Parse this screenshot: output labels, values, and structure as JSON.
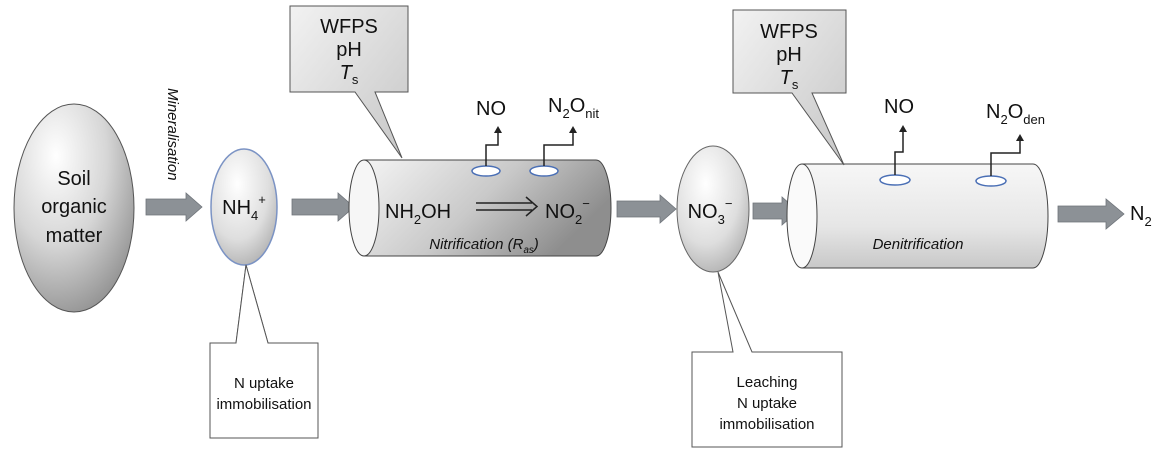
{
  "soil": {
    "line1": "Soil",
    "line2": "organic",
    "line3": "matter"
  },
  "mineralisation": "Mineralisation",
  "ammonium": {
    "base": "NH",
    "sub": "4",
    "sup": "+"
  },
  "callout_n_uptake": {
    "line1": "N uptake",
    "line2": "immobilisation"
  },
  "callout_controls_1": {
    "line1": "WFPS",
    "line2": "pH",
    "ts_base": "T",
    "ts_sub": "s"
  },
  "callout_controls_2": {
    "line1": "WFPS",
    "line2": "pH",
    "ts_base": "T",
    "ts_sub": "s"
  },
  "nitrification": {
    "no_label": "NO",
    "n2o_base1": "N",
    "n2o_sub1": "2",
    "n2o_base2": "O",
    "n2o_sub2": "nit",
    "nh2oh_base1": "NH",
    "nh2oh_sub": "2",
    "nh2oh_base2": "OH",
    "no2_base": "NO",
    "no2_sub": "2",
    "no2_sup": "−",
    "caption_pre": "Nitrification (",
    "caption_r": "R",
    "caption_sub": "as",
    "caption_post": ")"
  },
  "nitrate": {
    "base": "NO",
    "sub": "3",
    "sup": "−"
  },
  "callout_leaching": {
    "line1": "Leaching",
    "line2": "N uptake",
    "line3": "immobilisation"
  },
  "denitrification": {
    "no_label": "NO",
    "n2o_base1": "N",
    "n2o_sub1": "2",
    "n2o_base2": "O",
    "n2o_sub2": "den",
    "caption": "Denitrification"
  },
  "n2": {
    "base": "N",
    "sub": "2"
  },
  "colors": {
    "arrow": "#8c9196",
    "outline": "#3b3b3b",
    "ellipse_border": "#7b93c4",
    "port": "#4a6fb5"
  }
}
